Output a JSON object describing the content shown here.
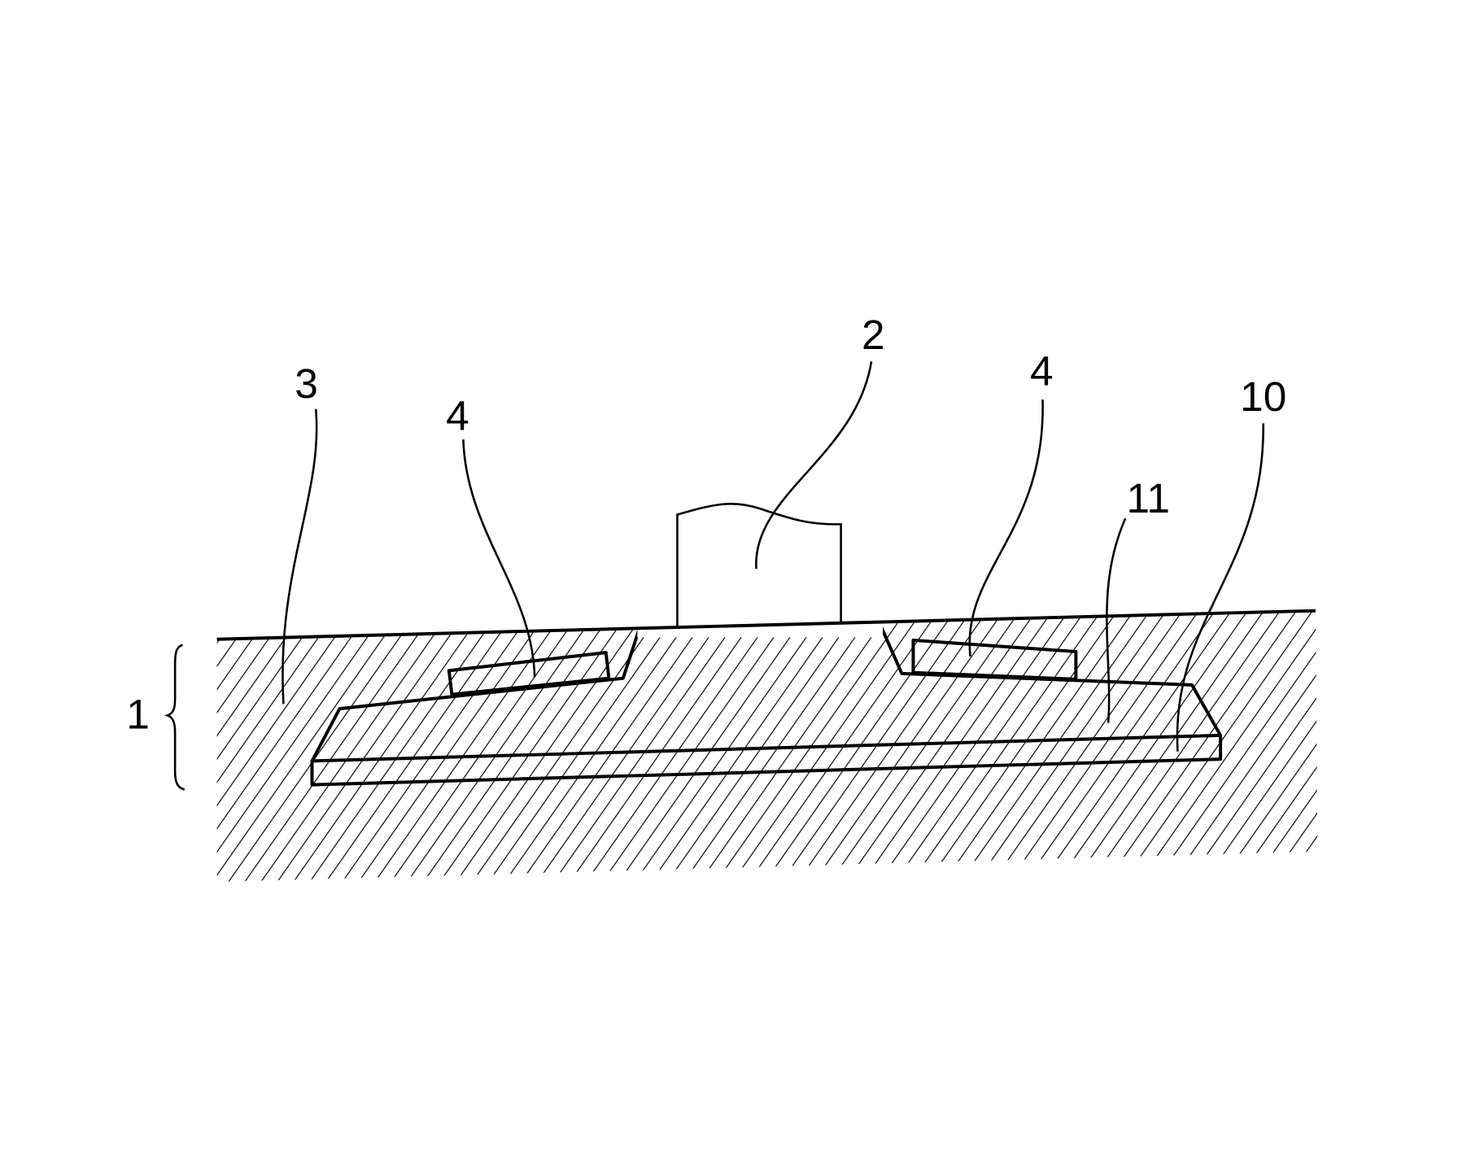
{
  "figure": {
    "labels": {
      "device": "1",
      "post": "2",
      "substrate": "3",
      "block_left": "4",
      "block_right": "4",
      "plate_layer": "10",
      "body_layer": "11"
    }
  }
}
